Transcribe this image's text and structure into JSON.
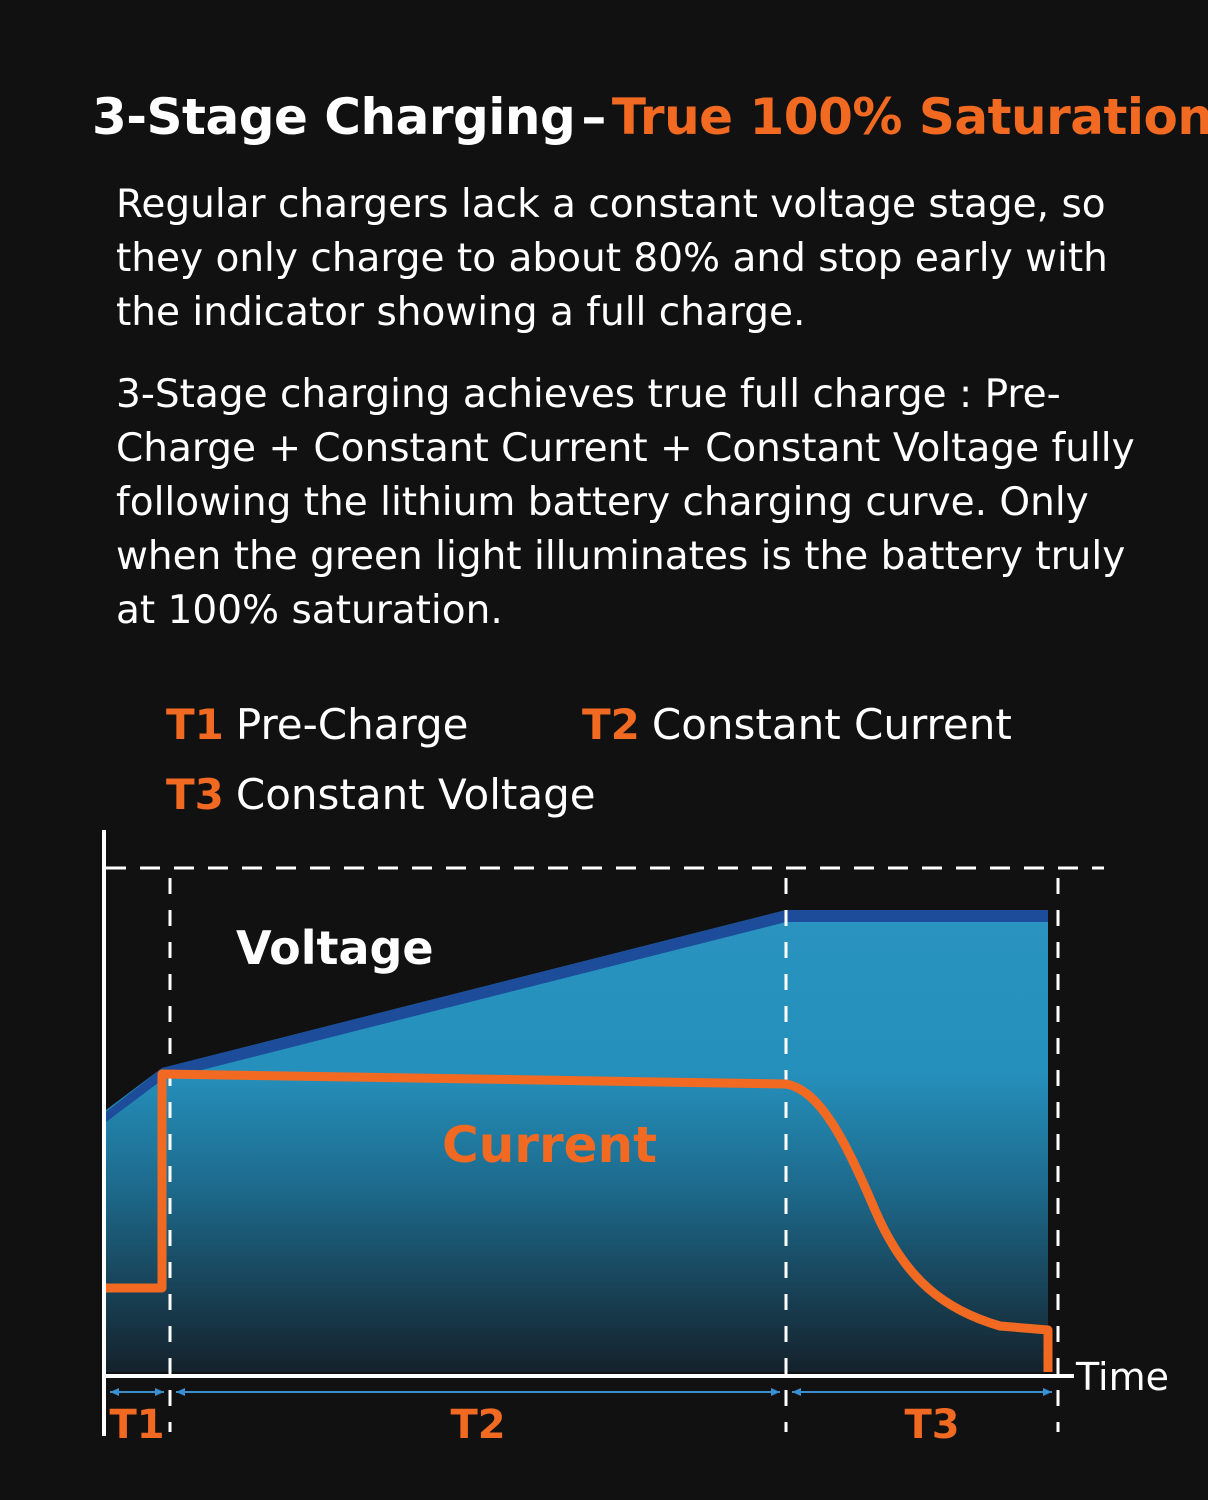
{
  "title": {
    "main": "3-Stage Charging",
    "separator": "–",
    "accent": "True 100% Saturation"
  },
  "paragraph1": "Regular chargers lack a constant voltage stage, so they only charge to about 80% and stop early with the indicator showing a full charge.",
  "paragraph2": "3-Stage charging achieves true full charge : Pre-Charge + Constant Current + Constant Voltage fully following the lithium battery charging curve. Only when the green light illuminates is the battery truly at 100% saturation.",
  "legend": [
    {
      "tag": "T1",
      "label": "Pre-Charge"
    },
    {
      "tag": "T2",
      "label": "Constant Current"
    },
    {
      "tag": "T3",
      "label": "Constant Voltage"
    }
  ],
  "diagram": {
    "voltage_label": "Voltage",
    "current_label": "Current",
    "time_label": "Time",
    "stages": [
      "T1",
      "T2",
      "T3"
    ],
    "colors": {
      "voltage_fill": "#2a93bf",
      "voltage_edge": "#1d4c9a",
      "current_line": "#f26a21",
      "axis": "#ffffff",
      "arrow": "#3a8fd0"
    }
  }
}
